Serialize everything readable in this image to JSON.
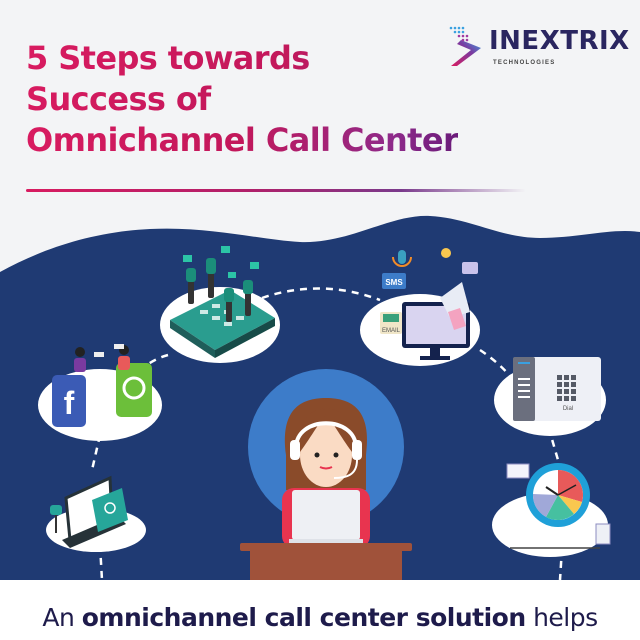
{
  "header": {
    "title_lines": [
      "5 Steps towards",
      "Success of",
      "Omnichannel Call Center"
    ],
    "brand": {
      "name": "INEXTRIX",
      "tagline": "TECHNOLOGIES"
    }
  },
  "illustration": {
    "center": {
      "label": "call-center-agent"
    },
    "nodes": [
      {
        "id": "team-collaboration",
        "label": ""
      },
      {
        "id": "marketing-channels",
        "badges": [
          "SMS",
          "EMAIL"
        ]
      },
      {
        "id": "social-media",
        "icons": [
          "facebook",
          "whatsapp"
        ]
      },
      {
        "id": "dialer",
        "button_label": "Dial"
      },
      {
        "id": "email",
        "label": ""
      },
      {
        "id": "time-tracking",
        "label": ""
      }
    ]
  },
  "footer": {
    "prefix": "An ",
    "bold": "omnichannel call center solution",
    "suffix": " helps"
  },
  "colors": {
    "title_pink": "#d81b60",
    "title_purple": "#6a1b7a",
    "navy": "#1f3a73",
    "agent_circle": "#3d7cc9",
    "desk": "#a0523a",
    "brand_navy": "#2a2660",
    "footer_text": "#1e1b4b"
  }
}
